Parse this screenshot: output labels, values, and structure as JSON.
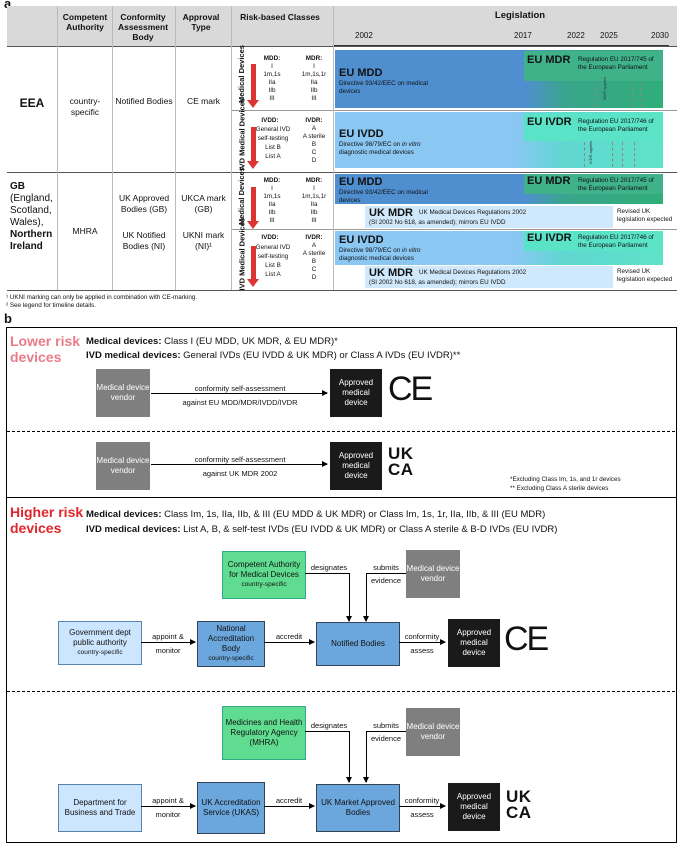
{
  "panel_a": {
    "letter": "a",
    "headers": {
      "authority": "Competent Authority",
      "cab": "Conformity Assessment Body",
      "approval": "Approval Type",
      "risk": "Risk-based Classes",
      "legislation": "Legislation"
    },
    "years": [
      "2002",
      "2017",
      "2022",
      "2025",
      "2030"
    ],
    "eea": {
      "region": "EEA",
      "authority": "country-specific",
      "cab": "Notified Bodies",
      "approval": "CE mark",
      "md_label": "Medical Devices",
      "ivd_label": "IVD Medical Devices",
      "mdd_head": "MDD:",
      "mdd_classes": [
        "I",
        "1m,1s",
        "IIa",
        "IIb",
        "III"
      ],
      "mdr_head": "MDR:",
      "mdr_classes": [
        "I",
        "1m,1s,1r",
        "IIa",
        "IIb",
        "III"
      ],
      "ivdd_head": "IVDD:",
      "ivdd_classes": [
        "General IVD",
        "self-testing",
        "List B",
        "List A"
      ],
      "ivdr_head": "IVDR:",
      "ivdr_classes": [
        "A",
        "A sterile",
        "B",
        "C",
        "D"
      ],
      "bars": {
        "mdd_title": "EU MDD",
        "mdd_sub": "Directive 93/42/EEC on medical devices",
        "mdr_title": "EU MDR",
        "mdr_sub": "Regulation EU 2017/745 of the European Parliament",
        "ivdd_title": "EU IVDD",
        "ivdd_sub1": "Directive 98/79/EC on ",
        "ivdd_sub_italic": "in vitro",
        "ivdd_sub2": "diagnostic medical devices",
        "ivdr_title": "EU IVDR",
        "ivdr_sub": "Regulation EU 2017/746 of the European Parliament",
        "mdr_applies": "MDR applies",
        "ivdr_applies": "IVDR applies",
        "footnote_mark": "²"
      }
    },
    "gb": {
      "region_bold": "GB",
      "region_detail": "(England, Scotland, Wales),",
      "region_ni": "Northern Ireland",
      "authority": "MHRA",
      "cab1": "UK Approved Bodies (GB)",
      "cab2": "UK Notified Bodies (NI)",
      "approval1": "UKCA mark (GB)",
      "approval2": "UKNI mark (NI)¹",
      "bars": {
        "ukmdr_title": "UK MDR",
        "ukmdr_sub1": "UK Medical Devices Regulations 2002",
        "ukmdr_sub2": "(SI 2002 No 618, as amended); mirrors EU IVDD",
        "revised": "Revised UK legislation expected"
      }
    },
    "footnotes": [
      "¹ UKNI marking can only be applied in combination with CE-marking.",
      "² See legend for timeline details."
    ]
  },
  "panel_b": {
    "letter": "b",
    "lower": {
      "title": "Lower risk devices",
      "md_bold": "Medical devices:",
      "md_text": " Class I (EU MDD, UK MDR, & EU MDR)*",
      "ivd_bold": "IVD medical devices:",
      "ivd_text": " General IVDs (EU IVDD & UK MDR) or Class A IVDs (EU IVDR)**",
      "vendor": "Medical device vendor",
      "approved": "Approved medical device",
      "eu_arrow_top": "conformity self-assessment",
      "eu_arrow_bottom": "against EU MDD/MDR/IVDD/IVDR",
      "uk_arrow_top": "conformity self-assessment",
      "uk_arrow_bottom": "against UK MDR 2002",
      "note1": "*Excluding Class Im, 1s, and 1r devices",
      "note2": "** Excluding Class A sterile devices",
      "ce": "CE",
      "uk": "UK",
      "ca": "CA"
    },
    "higher": {
      "title": "Higher risk devices",
      "md_bold": "Medical devices:",
      "md_text": " Class Im, 1s, IIa, IIb, & III (EU MDD & UK MDR) or Class Im, 1s, 1r, IIa, IIb, & III (EU MDR)",
      "ivd_bold": "IVD medical devices:",
      "ivd_text": " List A, B, & self-test IVDs (EU IVDD & UK MDR) or Class A sterile & B-D IVDs (EU IVDR)",
      "eu": {
        "ca_title": "Competent Authority for Medical Devices",
        "ca_sub": "country-specific",
        "designates": "designates",
        "submits": "submits",
        "evidence": "evidence",
        "vendor": "Medical device vendor",
        "gov_title": "Government dept public authority",
        "gov_sub": "country-specific",
        "appoint": "appoint &",
        "monitor": "monitor",
        "nab_title": "National Accreditation Body",
        "nab_sub": "country-specific",
        "accredit": "accredit",
        "nb": "Notified Bodies",
        "conformity": "conformity",
        "assess": "assess",
        "approved": "Approved medical device"
      },
      "uk": {
        "mhra": "Medicines and Health Regulatory Agency (MHRA)",
        "designates": "designates",
        "submits": "submits",
        "evidence": "evidence",
        "vendor": "Medical device vendor",
        "dept": "Department for Business and Trade",
        "appoint": "appoint &",
        "monitor": "monitor",
        "ukas": "UK Accreditation Service (UKAS)",
        "accredit": "accredit",
        "ukab": "UK Market Approved Bodies",
        "conformity": "conformity",
        "assess": "assess",
        "approved": "Approved medical device"
      }
    }
  }
}
